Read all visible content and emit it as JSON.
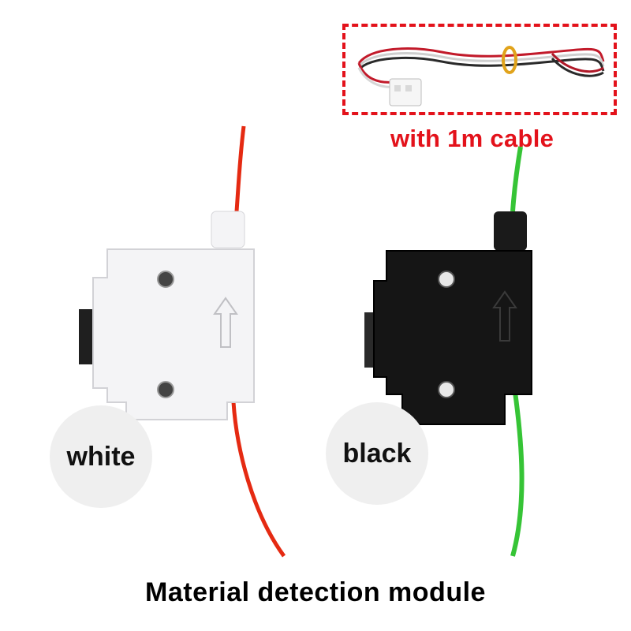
{
  "cable_note": "with 1m cable",
  "variants": [
    {
      "label": "white",
      "body_color": "#f4f4f6",
      "filament_color": "#e52a12"
    },
    {
      "label": "black",
      "body_color": "#151515",
      "filament_color": "#36c436"
    }
  ],
  "caption": "Material detection module",
  "colors": {
    "dashed_border": "#e3121b",
    "badge_bg": "#efefef"
  }
}
